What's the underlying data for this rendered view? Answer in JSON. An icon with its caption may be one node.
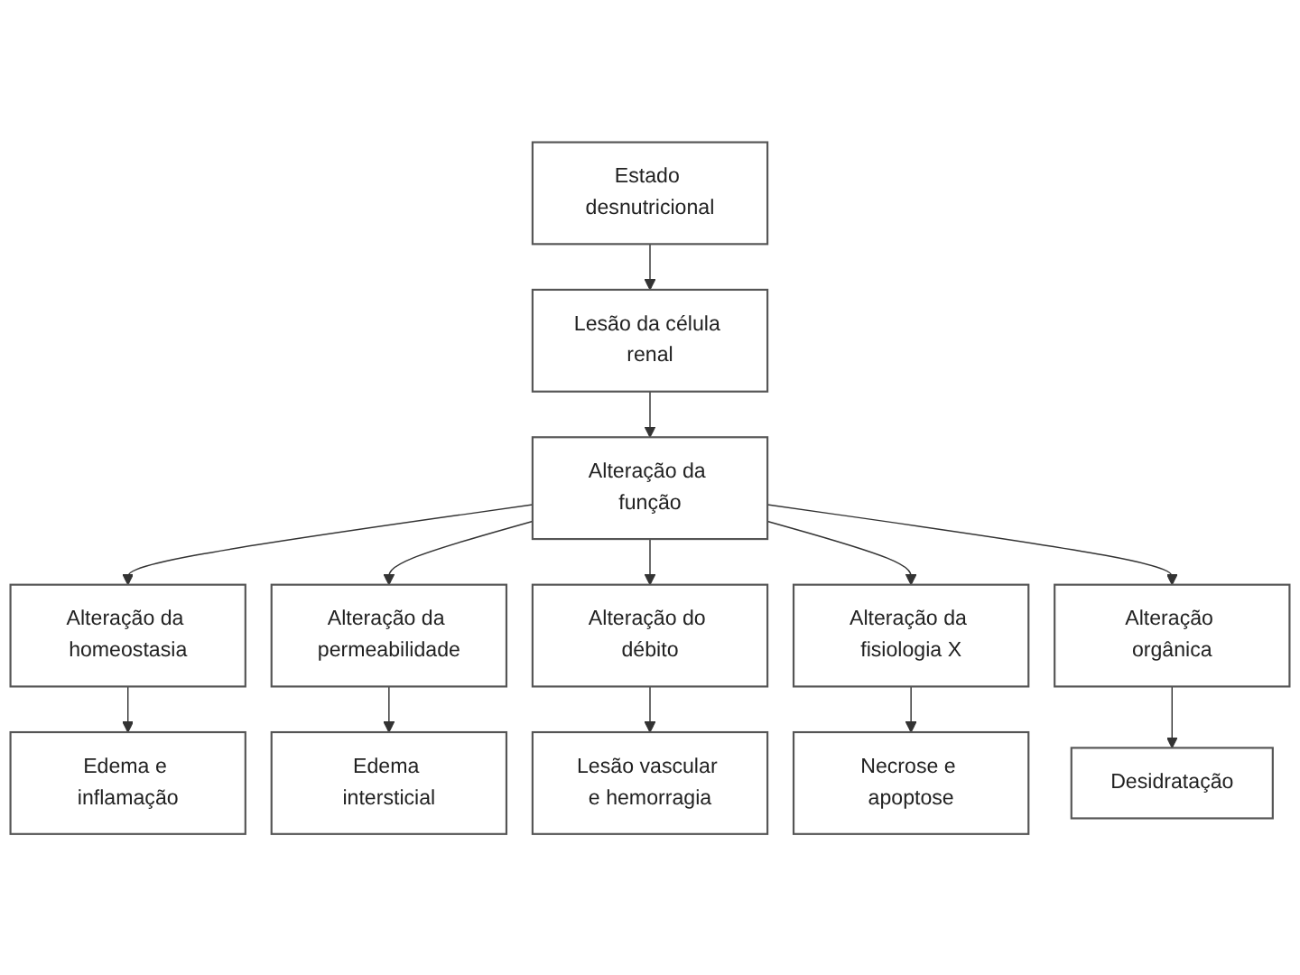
{
  "diagram": {
    "nodes": [
      {
        "text": [
          "Estado desnutricional"
        ]
      },
      {
        "text": [
          "Lesão da célula renal"
        ]
      },
      {
        "text": [
          "Alteração da função"
        ]
      },
      {
        "text": [
          "Alteração da homeostasia"
        ]
      },
      {
        "text": [
          "Alteração da permeabilidade"
        ]
      },
      {
        "text": [
          "Alteração do débito"
        ]
      },
      {
        "text": [
          "Alteração da fisiologia X"
        ]
      },
      {
        "text": [
          "Alteração orgânica"
        ]
      },
      {
        "text": [
          "Edema e inflamação"
        ]
      },
      {
        "text": [
          "Edema intersticial"
        ]
      },
      {
        "text": [
          "Lesão vascular e hemorragia"
        ]
      },
      {
        "text": [
          "Necrose e apoptose"
        ]
      },
      {
        "text": [
          "Desidratação"
        ]
      }
    ],
    "edges": [
      {
        "from": 0,
        "to": 1,
        "arrow": "to"
      },
      {
        "from": 1,
        "to": 2,
        "arrow": "to"
      },
      {
        "from": 2,
        "to": 3,
        "arrow": "to"
      },
      {
        "from": 2,
        "to": 4,
        "arrow": "to"
      },
      {
        "from": 2,
        "to": 5,
        "arrow": "to"
      },
      {
        "from": 2,
        "to": 6,
        "arrow": "to"
      },
      {
        "from": 2,
        "to": 7,
        "arrow": "to"
      },
      {
        "from": 3,
        "to": 8,
        "arrow": "to"
      },
      {
        "from": 4,
        "to": 9,
        "arrow": "to"
      },
      {
        "from": 5,
        "to": 10,
        "arrow": "to"
      },
      {
        "from": 6,
        "to": 11,
        "arrow": "to"
      },
      {
        "from": 7,
        "to": 12,
        "arrow": "to"
      }
    ]
  }
}
